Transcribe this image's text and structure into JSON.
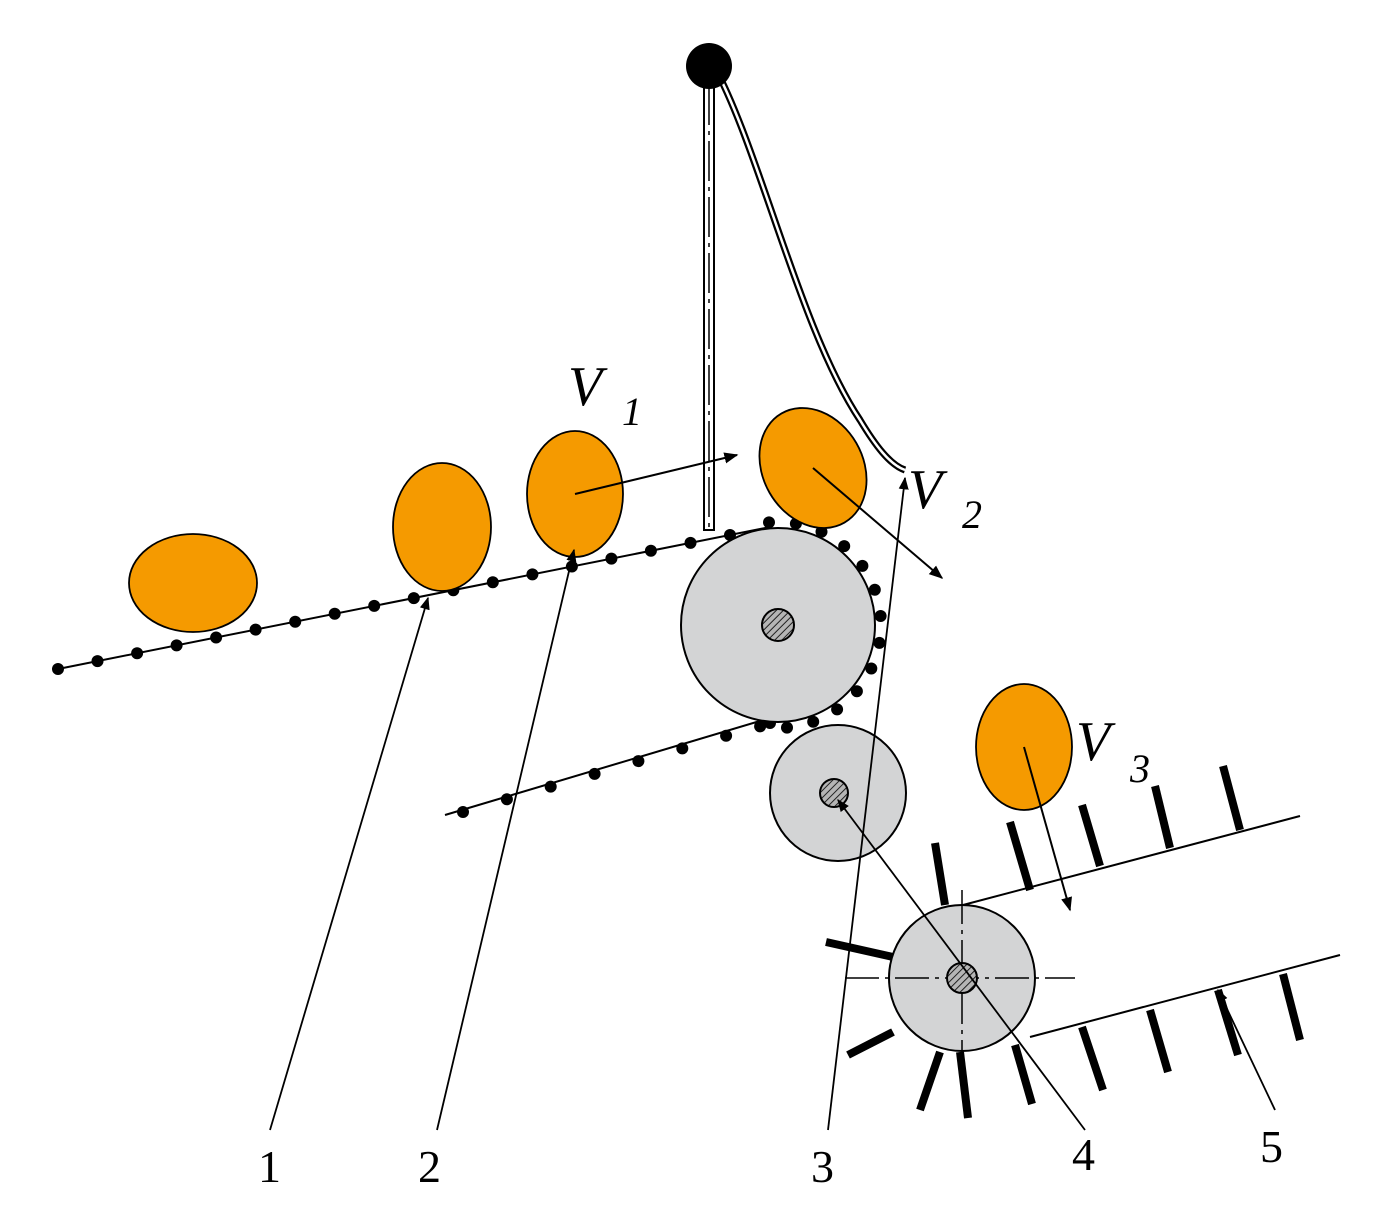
{
  "labels": {
    "callout_1": "1",
    "callout_2": "2",
    "callout_3": "3",
    "callout_4": "4",
    "callout_5": "5"
  },
  "velocities": {
    "v1": {
      "symbol": "V",
      "sub": "1"
    },
    "v2": {
      "symbol": "V",
      "sub": "2"
    },
    "v3": {
      "symbol": "V",
      "sub": "3"
    }
  },
  "colors": {
    "fruit": "#f59a00",
    "roller": "#d3d4d5",
    "line": "#000000",
    "background": "#ffffff"
  }
}
